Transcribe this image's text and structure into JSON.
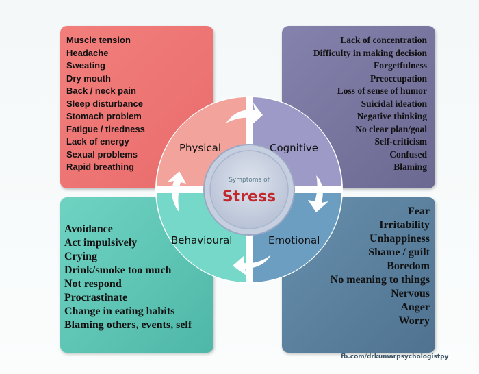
{
  "center": {
    "subtitle": "Symptoms of",
    "title": "Stress"
  },
  "physical": {
    "label": "Physical",
    "items": [
      "Muscle tension",
      "Headache",
      "Sweating",
      "Dry mouth",
      "Back / neck pain",
      "Sleep disturbance",
      "Stomach problem",
      "Fatigue / tiredness",
      "Lack of energy",
      "Sexual problems",
      "Rapid breathing"
    ]
  },
  "cognitive": {
    "label": "Cognitive",
    "items": [
      "Lack of concentration",
      "Difficulty in making decision",
      "Forgetfulness",
      "Preoccupation",
      "Loss of sense of humor",
      "Suicidal ideation",
      "Negative thinking",
      "No clear plan/goal",
      "Self-criticism",
      "Confused",
      "Blaming"
    ]
  },
  "behavioural": {
    "label": "Behavioural",
    "items": [
      "Avoidance",
      "Act impulsively",
      "Crying",
      "Drink/smoke too much",
      "Not respond",
      "Procrastinate",
      "Change in eating habits",
      "Blaming others, events, self"
    ]
  },
  "emotional": {
    "label": "Emotional",
    "items": [
      "Fear",
      "Irritability",
      "Unhappiness",
      "Shame / guilt",
      "Boredom",
      "No meaning to things",
      "Nervous",
      "Anger",
      "Worry"
    ]
  },
  "credit": "fb.com/drkumarpsychologistpy",
  "colors": {
    "physical": "#f27f7c",
    "cognitive": "#7b78a2",
    "behavioural": "#5fc6b6",
    "emotional": "#5a809e",
    "stress": "#c0282c"
  }
}
